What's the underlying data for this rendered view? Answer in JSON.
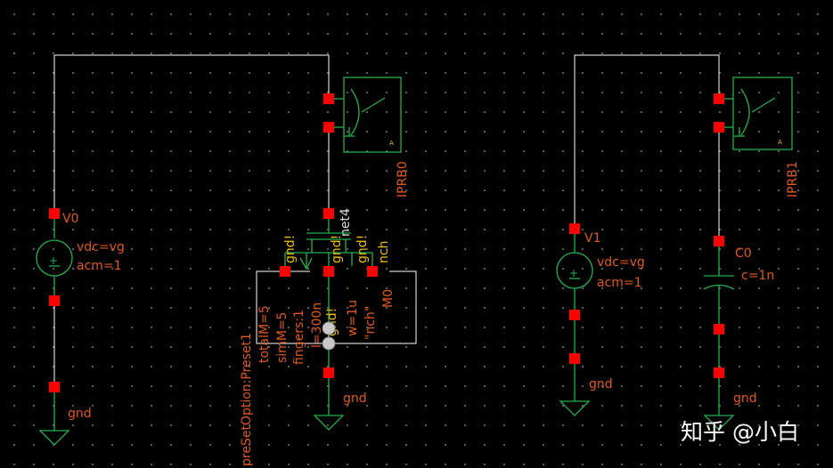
{
  "schematic": {
    "left_circuit": {
      "source": {
        "name": "V0",
        "params": [
          "vdc=vg",
          "acm=1"
        ]
      },
      "ground_labels": [
        "gnd",
        "gnd"
      ],
      "probe": {
        "name": "IPRB0",
        "small": "A"
      },
      "net": "net4",
      "transistor": {
        "name": "M0",
        "pin_labels": [
          "gnd!",
          "gnd!",
          "gnd!",
          "nch"
        ],
        "params_a": [
          "preSetOption:Preset1",
          "totalM=5",
          "simM=5",
          "fingers:1",
          "l=300n"
        ],
        "params_b": [
          "w=1u",
          "\"nch\""
        ],
        "body_label": "gnd!"
      }
    },
    "right_circuit": {
      "source": {
        "name": "V1",
        "params": [
          "vdc=vg",
          "acm=1"
        ]
      },
      "probe": {
        "name": "IPRB1",
        "small": "A"
      },
      "capacitor": {
        "name": "C0",
        "param": "c=1n"
      },
      "ground_labels": [
        "gnd",
        "gnd"
      ]
    }
  },
  "watermark": "知乎 @小白",
  "colors": {
    "wire": "#ffffff",
    "symbol": "#22b14c",
    "pin": "#ff0000",
    "label": "#e0581e",
    "label_alt": "#f0c000"
  }
}
